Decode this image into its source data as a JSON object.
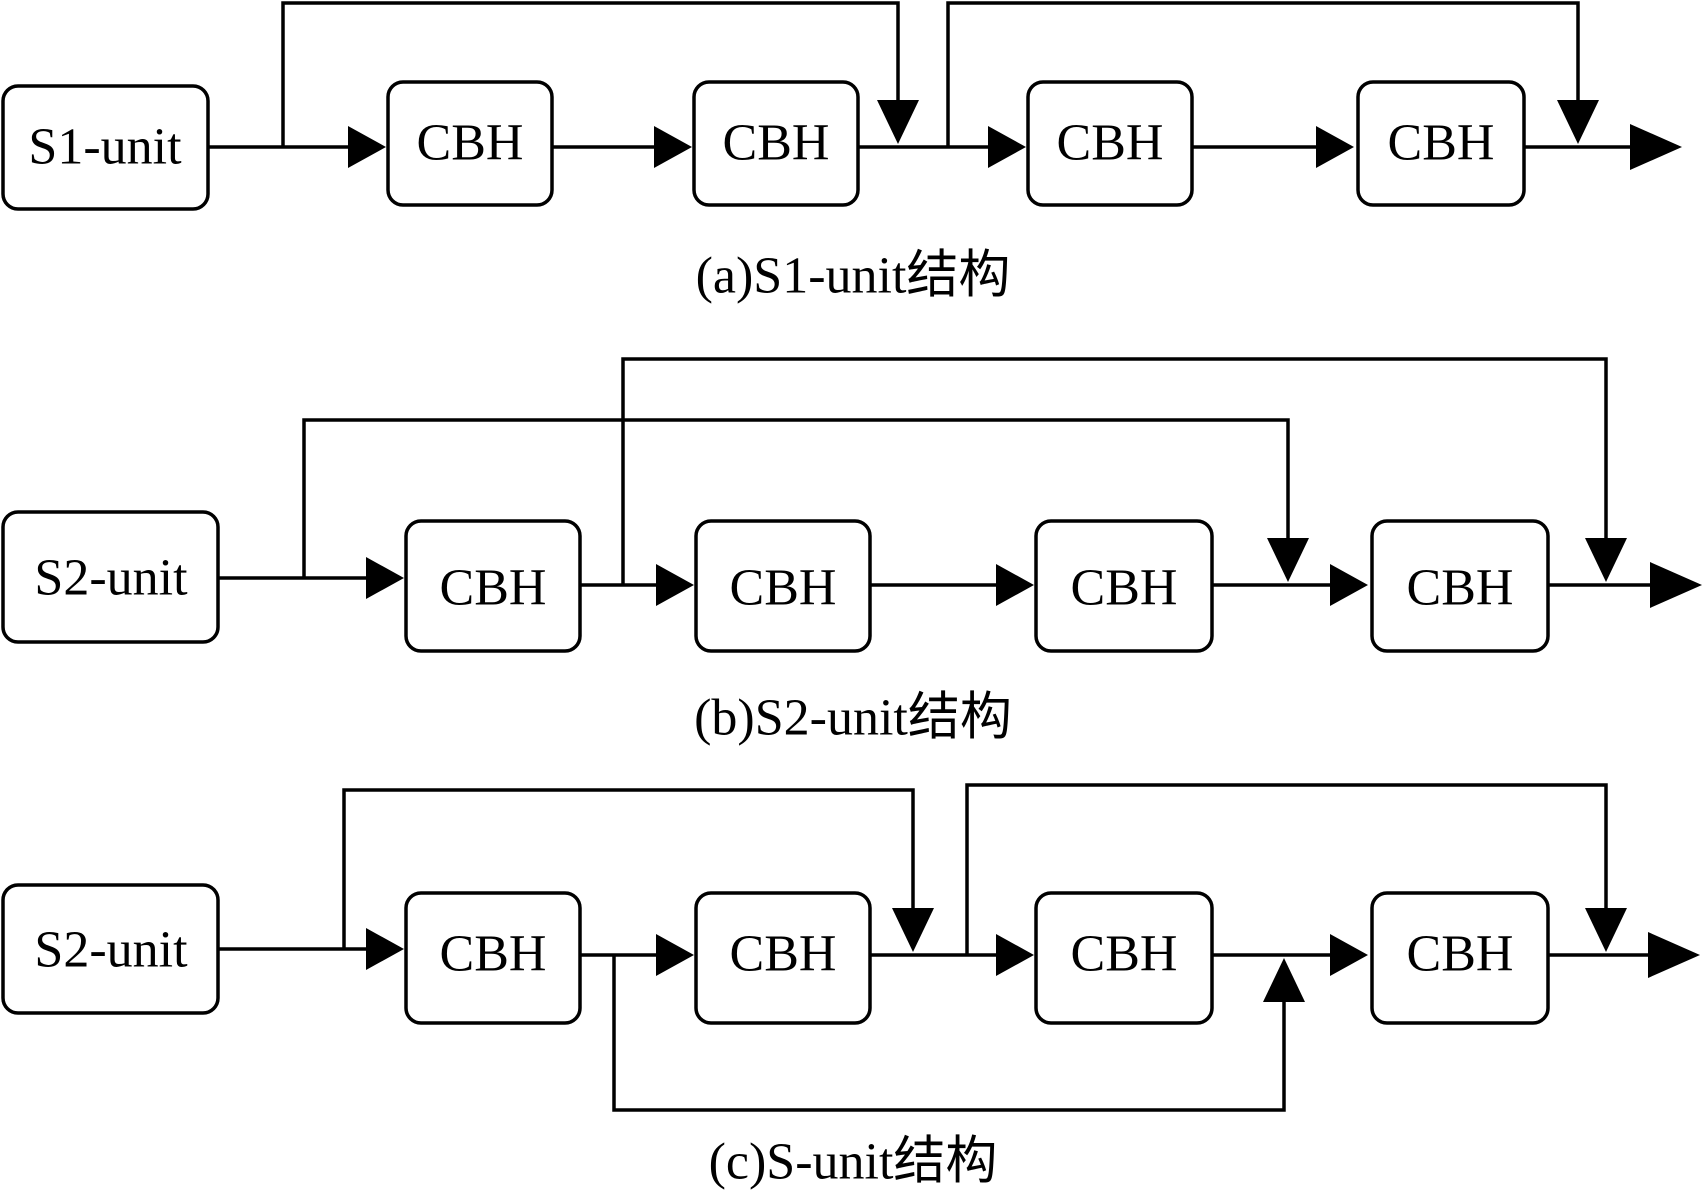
{
  "panels": [
    {
      "id": "a",
      "caption": "(a)S1-unit结构",
      "input_label": "S1-unit",
      "block_labels": [
        "CBH",
        "CBH",
        "CBH",
        "CBH"
      ]
    },
    {
      "id": "b",
      "caption": "(b)S2-unit结构",
      "input_label": "S2-unit",
      "block_labels": [
        "CBH",
        "CBH",
        "CBH",
        "CBH"
      ]
    },
    {
      "id": "c",
      "caption": "(c)S-unit结构",
      "input_label": "S2-unit",
      "block_labels": [
        "CBH",
        "CBH",
        "CBH",
        "CBH"
      ]
    }
  ],
  "colors": {
    "stroke": "#000000",
    "fill": "#ffffff",
    "background": "#ffffff"
  }
}
